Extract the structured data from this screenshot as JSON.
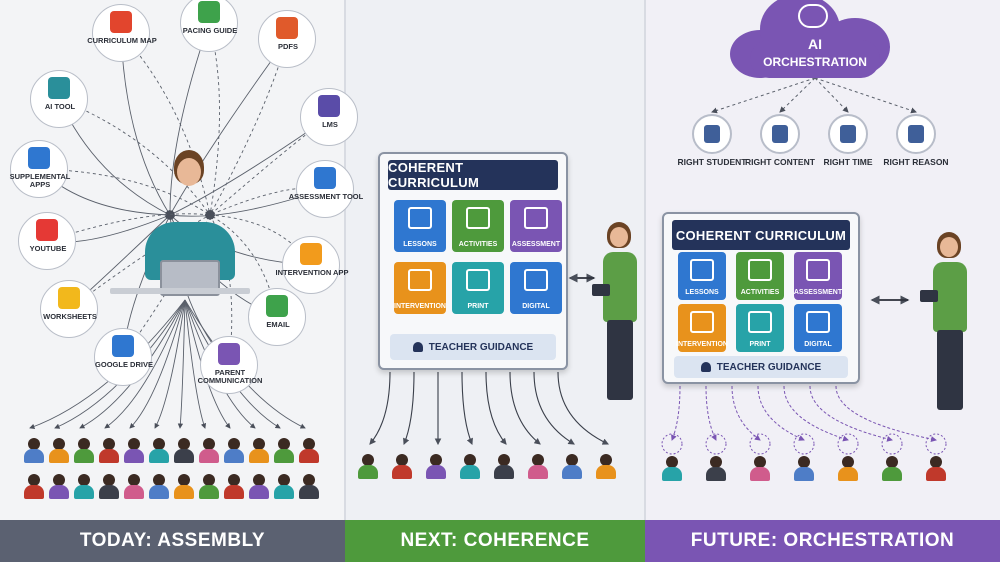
{
  "panels": {
    "today": {
      "banner": "TODAY: ASSEMBLY",
      "tools": [
        {
          "label": "CURRICULUM MAP",
          "icon": "document-icon",
          "color": "#e2452d"
        },
        {
          "label": "PACING GUIDE",
          "icon": "map-pin-icon",
          "color": "#3ea24b"
        },
        {
          "label": "PDFs",
          "icon": "pdf-icon",
          "color": "#e05a2b"
        },
        {
          "label": "AI TOOL",
          "icon": "brain-icon",
          "color": "#2a8f9a"
        },
        {
          "label": "LMS",
          "icon": "laptop-icon",
          "color": "#5a4ca8"
        },
        {
          "label": "SUPPLEMENTAL APPS",
          "icon": "grid-icon",
          "color": "#2f77d0"
        },
        {
          "label": "ASSESSMENT TOOL",
          "icon": "chart-icon",
          "color": "#2f77d0"
        },
        {
          "label": "YOUTUBE",
          "icon": "play-icon",
          "color": "#e53935"
        },
        {
          "label": "INTERVENTION APP",
          "icon": "person-icon",
          "color": "#f29b1c"
        },
        {
          "label": "WORKSHEETS",
          "icon": "worksheet-icon",
          "color": "#f2b81c"
        },
        {
          "label": "EMAIL",
          "icon": "envelope-icon",
          "color": "#3ea24b"
        },
        {
          "label": "GOOGLE DRIVE",
          "icon": "drive-icon",
          "color": "#2f77d0"
        },
        {
          "label": "PARENT COMMUNICATION",
          "icon": "chat-icon",
          "color": "#7a55b3"
        }
      ]
    },
    "next": {
      "banner": "NEXT: COHERENCE",
      "curriculum_title": "COHERENT CURRICULUM",
      "tiles": [
        {
          "label": "LESSONS",
          "icon": "book-icon",
          "color": "#2f77d0"
        },
        {
          "label": "ACTIVITIES",
          "icon": "play-icon",
          "color": "#4e9a3c"
        },
        {
          "label": "ASSESSMENT",
          "icon": "check-icon",
          "color": "#7a55b3"
        },
        {
          "label": "INTERVENTION",
          "icon": "person-icon",
          "color": "#e8921c"
        },
        {
          "label": "PRINT",
          "icon": "printer-icon",
          "color": "#27a3a8"
        },
        {
          "label": "DIGITAL",
          "icon": "tablet-icon",
          "color": "#2f77d0"
        }
      ],
      "guidance": "TEACHER GUIDANCE"
    },
    "future": {
      "banner": "FUTURE: ORCHESTRATION",
      "ai_line1": "AI",
      "ai_line2": "ORCHESTRATION",
      "rights": [
        {
          "label": "RIGHT STUDENT",
          "icon": "person-icon"
        },
        {
          "label": "RIGHT CONTENT",
          "icon": "document-icon"
        },
        {
          "label": "RIGHT TIME",
          "icon": "clock-icon"
        },
        {
          "label": "RIGHT REASON",
          "icon": "target-icon"
        }
      ],
      "curriculum_title": "COHERENT CURRICULUM",
      "tiles": [
        {
          "label": "LESSONS",
          "icon": "book-icon",
          "color": "#2f77d0"
        },
        {
          "label": "ACTIVITIES",
          "icon": "play-icon",
          "color": "#4e9a3c"
        },
        {
          "label": "ASSESSMENT",
          "icon": "check-icon",
          "color": "#7a55b3"
        },
        {
          "label": "INTERVENTION",
          "icon": "person-icon",
          "color": "#e8921c"
        },
        {
          "label": "PRINT",
          "icon": "printer-icon",
          "color": "#27a3a8"
        },
        {
          "label": "DIGITAL",
          "icon": "tablet-icon",
          "color": "#2f77d0"
        }
      ],
      "guidance": "TEACHER GUIDANCE"
    }
  },
  "colors": {
    "assembly": "#5b6171",
    "coherence": "#4e9a3c",
    "orchestration": "#7a55b3",
    "navy": "#24335a"
  }
}
